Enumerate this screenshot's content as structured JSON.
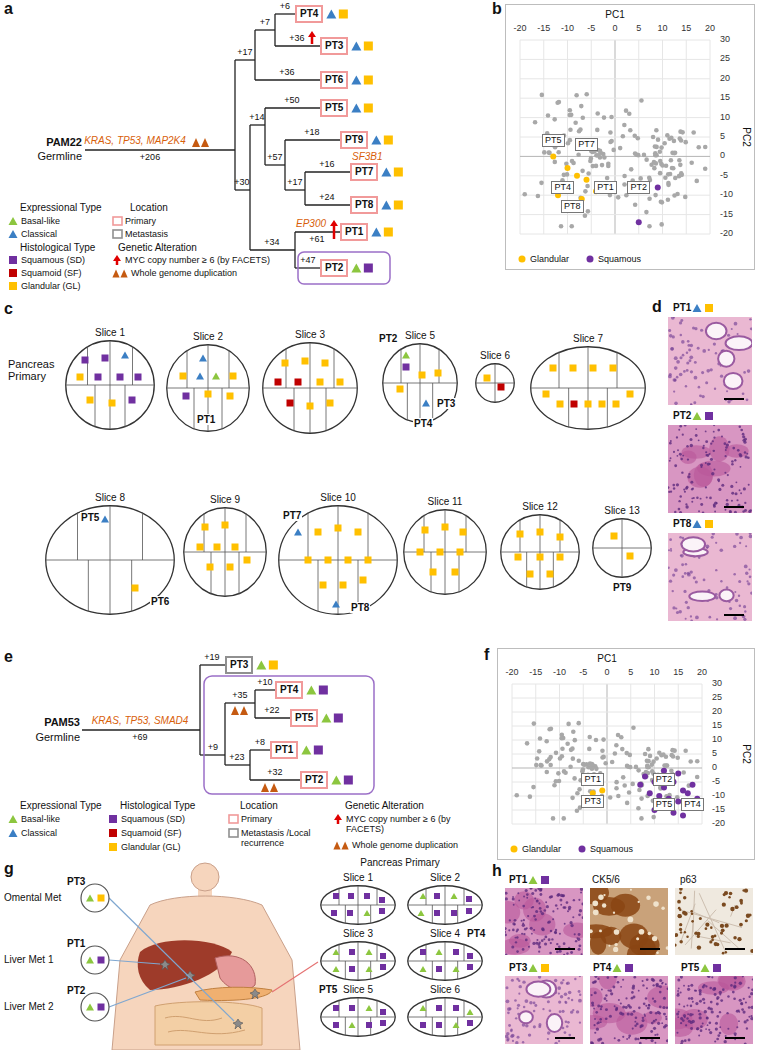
{
  "diagram": {
    "nodes": [
      {
        "text": [
          "PT4"
        ]
      },
      {
        "text": [
          "PT3"
        ]
      },
      {
        "text": [
          "PT6"
        ]
      },
      {
        "text": [
          "PT5"
        ]
      },
      {
        "text": [
          "PT9"
        ]
      },
      {
        "text": [
          "PT7"
        ]
      },
      {
        "text": [
          "PT8"
        ]
      },
      {
        "text": [
          "PT1"
        ]
      },
      {
        "text": [
          "PT2"
        ]
      },
      {
        "text": [
          "PT5"
        ]
      },
      {
        "text": [
          "PT7"
        ]
      },
      {
        "text": [
          "PT4"
        ]
      },
      {
        "text": [
          "PT1"
        ]
      },
      {
        "text": [
          "PT2"
        ]
      },
      {
        "text": [
          "PT8"
        ]
      },
      {
        "text": [
          "Slice 1"
        ]
      },
      {
        "text": [
          "Slice 2"
        ]
      },
      {
        "text": [
          "Slice 3"
        ]
      },
      {
        "text": [
          "Slice 5"
        ]
      },
      {
        "text": [
          "Slice 6"
        ]
      },
      {
        "text": [
          "Slice 7"
        ]
      },
      {
        "text": [
          "Slice 8"
        ]
      },
      {
        "text": [
          "Slice 9"
        ]
      },
      {
        "text": [
          "Slice 10"
        ]
      },
      {
        "text": [
          "Slice 11"
        ]
      },
      {
        "text": [
          "Slice 12"
        ]
      },
      {
        "text": [
          "Slice 13"
        ]
      },
      {
        "text": [
          "PT3"
        ]
      },
      {
        "text": [
          "PT4"
        ]
      },
      {
        "text": [
          "PT5"
        ]
      },
      {
        "text": [
          "PT1"
        ]
      },
      {
        "text": [
          "PT2"
        ]
      },
      {
        "text": [
          "PT1"
        ]
      },
      {
        "text": [
          "PT2"
        ]
      },
      {
        "text": [
          "PT3"
        ]
      },
      {
        "text": [
          "PT5"
        ]
      },
      {
        "text": [
          "PT4"
        ]
      },
      {
        "text": [
          "Slice 1"
        ]
      },
      {
        "text": [
          "Slice 2"
        ]
      },
      {
        "text": [
          "Slice 3"
        ]
      },
      {
        "text": [
          "Slice 4"
        ]
      },
      {
        "text": [
          "Slice 5"
        ]
      },
      {
        "text": [
          "Slice 6"
        ]
      }
    ],
    "labels": [
      "a",
      "PAM22",
      "Germline",
      "KRAS, TP53, MAP2K4",
      "+206",
      "+17",
      "+7",
      "+6",
      "+36",
      "+36",
      "+30",
      "+14",
      "+50",
      "+57",
      "+18",
      "+17",
      "+16",
      "SF3B1",
      "+24",
      "+34",
      "EP300",
      "+61",
      "+47",
      "Expressional Type",
      "Histological Type",
      "Location",
      "Genetic Alteration",
      "b",
      "PC1",
      "-20",
      "-15",
      "-10",
      "-5",
      "0",
      "5",
      "10",
      "15",
      "20",
      "PC2",
      "30",
      "25",
      "20",
      "15",
      "10",
      "5",
      "0",
      "-5",
      "-10",
      "-15",
      "-20",
      "c",
      "Pancreas Primary",
      "PT1",
      "PT2",
      "PT3",
      "PT4",
      "PT5",
      "PT6",
      "PT7",
      "PT8",
      "PT9",
      "d",
      "PT1",
      "PT2",
      "PT8",
      "e",
      "PAM53",
      "Germline",
      "KRAS, TP53, SMAD4",
      "+69",
      "+19",
      "+35",
      "+10",
      "+22",
      "+9",
      "+8",
      "+23",
      "+32",
      "Expressional Type",
      "Histological Type",
      "Location",
      "Genetic Alteration",
      "f",
      "PC1",
      "-20",
      "-15",
      "-10",
      "-5",
      "0",
      "5",
      "10",
      "15",
      "20",
      "PC2",
      "30",
      "25",
      "20",
      "15",
      "10",
      "5",
      "0",
      "-5",
      "-10",
      "-15",
      "-20",
      "g",
      "Omental Met",
      "PT3",
      "Liver Met 1",
      "PT1",
      "Liver Met 2",
      "PT2",
      "Pancreas Primary",
      "PT4",
      "PT5",
      "h",
      "PT1",
      "CK5/6",
      "p63",
      "PT3",
      "PT4",
      "PT5"
    ],
    "legend": [
      {
        "text": "Basal-like"
      },
      {
        "text": "Classical"
      },
      {
        "text": "Squamous (SD)",
        "color": "#7030a0"
      },
      {
        "text": "Squamoid (SF)",
        "color": "#c00000"
      },
      {
        "text": "Glandular (GL)",
        "color": "#ffc000"
      },
      {
        "text": "Primary"
      },
      {
        "text": "Metastasis"
      },
      {
        "text": "MYC copy number ≥ 6 (by FACETS)"
      },
      {
        "text": "Whole genome duplication"
      },
      {
        "text": "Glandular",
        "color": "#ffc000"
      },
      {
        "text": "Squamous",
        "color": "#7030a0"
      },
      {
        "text": "Basal-like"
      },
      {
        "text": "Classical"
      },
      {
        "text": "Squamous (SD)",
        "color": "#7030a0"
      },
      {
        "text": "Squamoid (SF)",
        "color": "#c00000"
      },
      {
        "text": "Glandular (GL)",
        "color": "#ffc000"
      },
      {
        "text": "Primary"
      },
      {
        "text": "Metastasis /Local recurrence"
      },
      {
        "text": "MYC copy number ≥ 6 (by FACETS)"
      },
      {
        "text": "Whole genome duplication"
      },
      {
        "text": "Glandular",
        "color": "#ffc000"
      },
      {
        "text": "Squamous",
        "color": "#7030a0"
      }
    ]
  }
}
